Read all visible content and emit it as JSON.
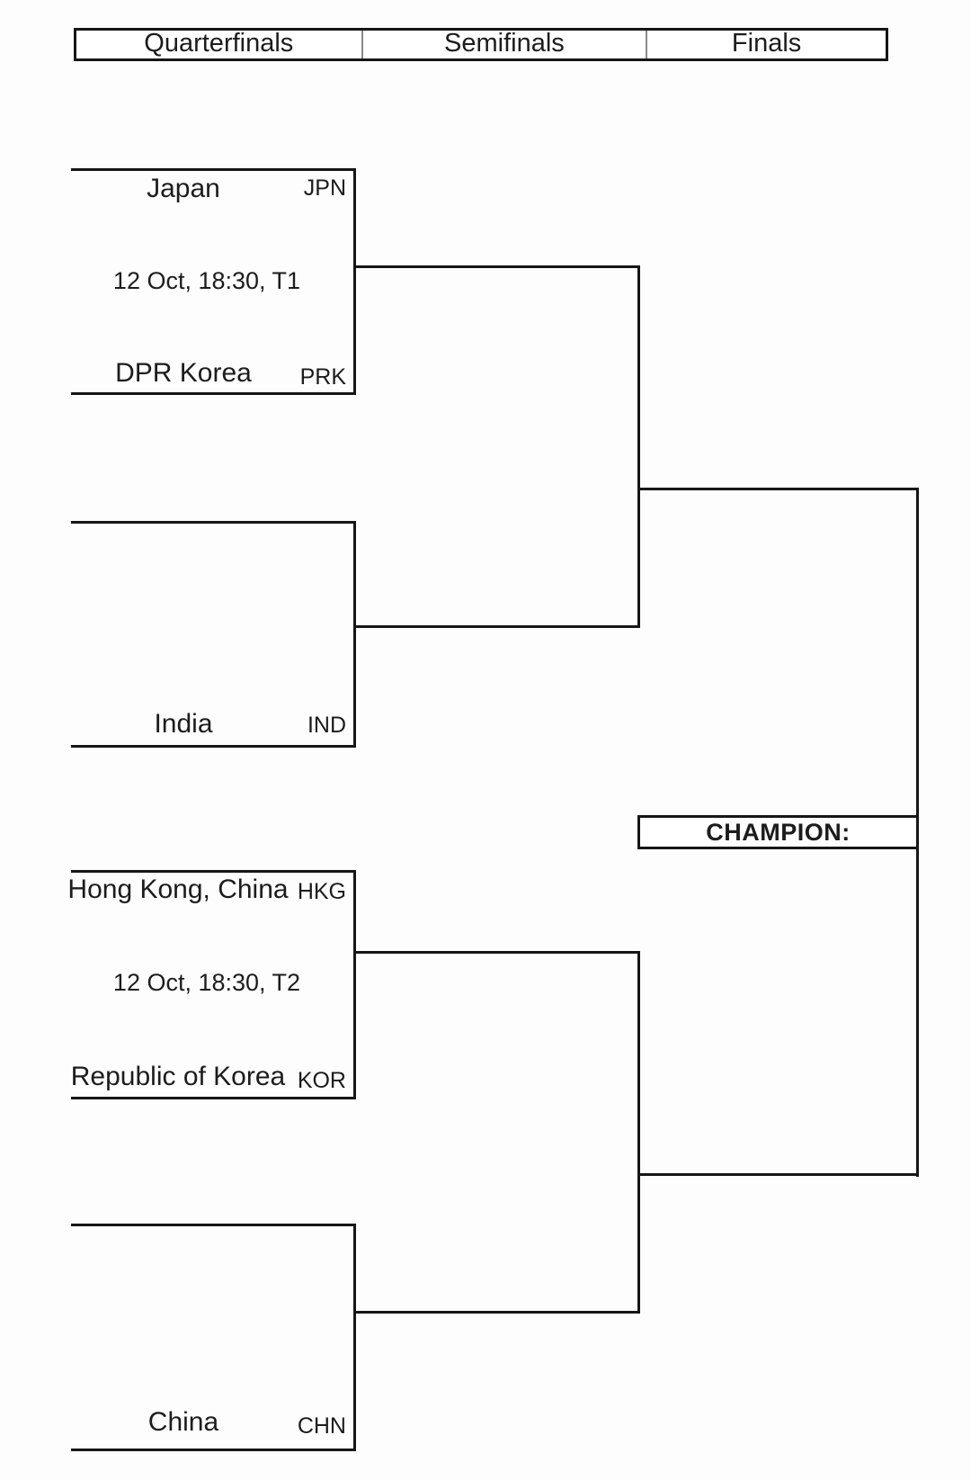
{
  "header": {
    "columns": [
      "Quarterfinals",
      "Semifinals",
      "Finals"
    ]
  },
  "bracket": {
    "quarterfinals": [
      {
        "top_team": "Japan",
        "top_code": "JPN",
        "info": "12 Oct, 18:30, T1",
        "bottom_team": "DPR Korea",
        "bottom_code": "PRK"
      },
      {
        "top_team": "",
        "top_code": "",
        "info": "",
        "bottom_team": "India",
        "bottom_code": "IND"
      },
      {
        "top_team": "Hong Kong, China",
        "top_code": "HKG",
        "info": "12 Oct, 18:30, T2",
        "bottom_team": "Republic of Korea",
        "bottom_code": "KOR"
      },
      {
        "top_team": "",
        "top_code": "",
        "info": "",
        "bottom_team": "China",
        "bottom_code": "CHN"
      }
    ],
    "champion_label": "CHAMPION:"
  },
  "colors": {
    "line": "#161616",
    "background": "#ffffff",
    "text": "#1c1c1c"
  }
}
